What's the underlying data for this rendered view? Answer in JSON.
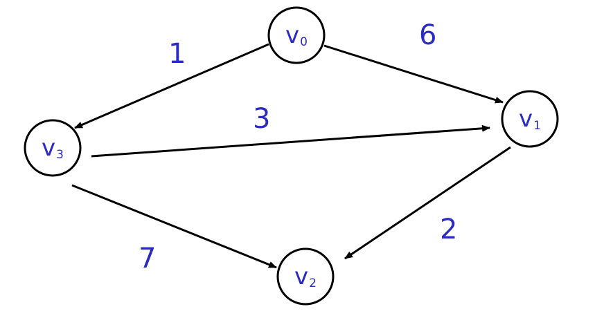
{
  "graph": {
    "text_color": "#2b2bbf",
    "line_color": "#000000",
    "nodes": [
      {
        "id": "v0",
        "letter": "v",
        "sub": "0"
      },
      {
        "id": "v1",
        "letter": "v",
        "sub": "1"
      },
      {
        "id": "v2",
        "letter": "v",
        "sub": "2"
      },
      {
        "id": "v3",
        "letter": "v",
        "sub": "3"
      }
    ],
    "edges": [
      {
        "from": "v0",
        "to": "v3",
        "weight": "1"
      },
      {
        "from": "v0",
        "to": "v1",
        "weight": "6"
      },
      {
        "from": "v3",
        "to": "v1",
        "weight": "3"
      },
      {
        "from": "v1",
        "to": "v2",
        "weight": "2"
      },
      {
        "from": "v3",
        "to": "v2",
        "weight": "7"
      }
    ]
  }
}
